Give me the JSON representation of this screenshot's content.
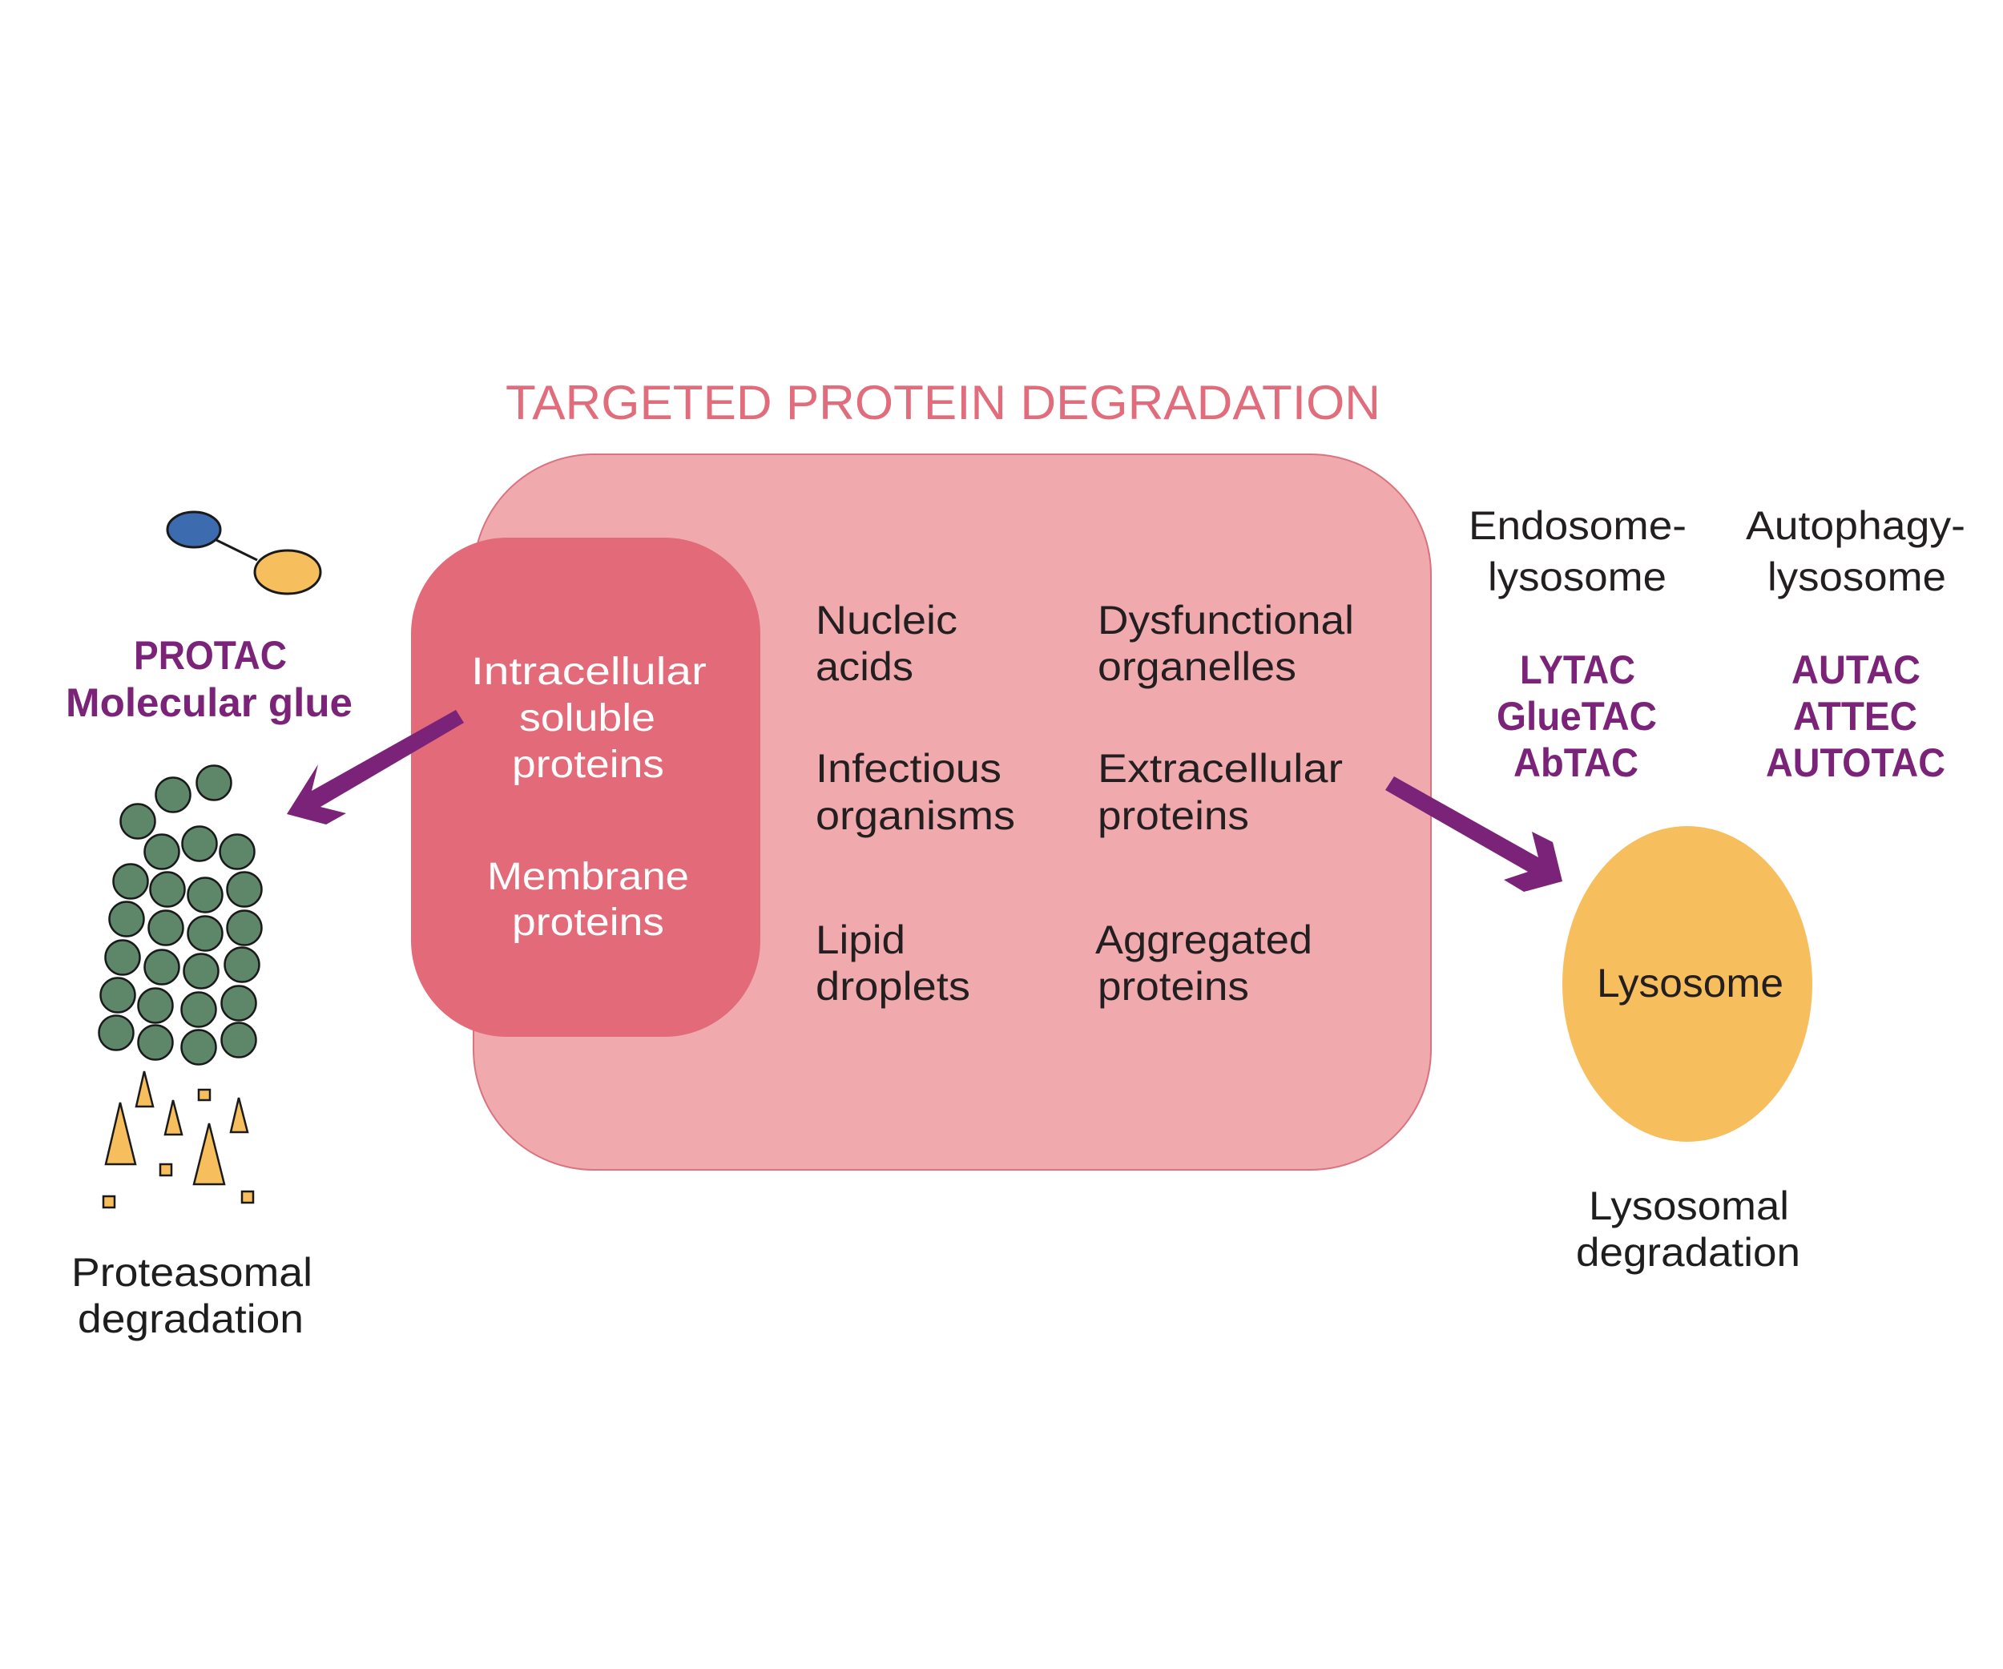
{
  "title": "TARGETED PROTEIN DEGRADATION",
  "colors": {
    "title": "#E06C7C",
    "outer_box": "#F0AAAE",
    "outer_box_border": "#D9737F",
    "inner_box": "#E36A79",
    "arrow": "#7B2378",
    "purple_text": "#7B2378",
    "dark_text": "#231F20",
    "proteasome_subunit": "#5E8769",
    "fragment": "#F7BE5D",
    "lysosome": "#F7BE5D",
    "protac_blue": "#3C6CAF",
    "protac_yellow": "#F7BE5D"
  },
  "proteasomal": {
    "modalities": [
      "PROTAC",
      "Molecular glue"
    ],
    "label": [
      "Proteasomal",
      "degradation"
    ],
    "molecule_icon": "protac-dumbbell-icon",
    "proteasome_icon": "proteasome-cluster-icon"
  },
  "inner_box": {
    "groups": [
      [
        "Intracellular",
        "soluble",
        "proteins"
      ],
      [
        "Membrane",
        "proteins"
      ]
    ]
  },
  "targets": [
    [
      "Nucleic",
      "acids"
    ],
    [
      "Dysfunctional",
      "organelles"
    ],
    [
      "Infectious",
      "organisms"
    ],
    [
      "Extracellular",
      "proteins"
    ],
    [
      "Lipid",
      "droplets"
    ],
    [
      "Aggregated",
      "proteins"
    ]
  ],
  "lysosomal": {
    "pathways": [
      {
        "heading": [
          "Endosome-",
          "lysosome"
        ],
        "modalities": [
          "LYTAC",
          "GlueTAC",
          "AbTAC"
        ]
      },
      {
        "heading": [
          "Autophagy-",
          "lysosome"
        ],
        "modalities": [
          "AUTAC",
          "ATTEC",
          "AUTOTAC"
        ]
      }
    ],
    "organelle_label": "Lysosome",
    "label": [
      "Lysosomal",
      "degradation"
    ]
  }
}
